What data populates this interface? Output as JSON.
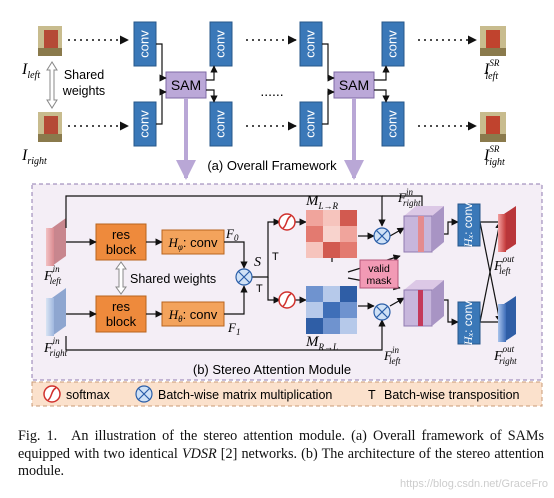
{
  "top": {
    "shared_label": "Shared weights",
    "conv_label": "conv",
    "sam_label": "SAM",
    "dots": "......",
    "in_left": "I",
    "in_left_sub": "left",
    "in_right": "I",
    "in_right_sub": "right",
    "out_sup": "SR",
    "caption": "(a)  Overall Framework"
  },
  "bottom": {
    "res_block": "res block",
    "shared_weights": "Shared weights",
    "h_phi": "H",
    "h_phi_sub": "φ",
    "h_phi_suffix": ": conv",
    "h_theta_sub": "θ",
    "f0": "F",
    "f0_sub": "0",
    "f1_sub": "1",
    "s_label": "S",
    "t_label": "T",
    "m_lr": "M",
    "m_lr_sub": "L→R",
    "m_rl_sub": "R→L",
    "valid_mask": "valid mask",
    "f_in": "F",
    "in_sup": "in",
    "out_sup": "out",
    "left_sub": "left",
    "right_sub": "right",
    "hx_sub": "x",
    "caption": "(b) Stereo Attention Module"
  },
  "legend": {
    "softmax": "softmax",
    "bmm": "Batch-wise matrix multiplication",
    "t": "T",
    "transpose": "Batch-wise transposition"
  },
  "caption": {
    "label": "Fig. 1.",
    "text1": "An illustration of the stereo attention module. (a) Overall framework of SAMs equipped with two identical ",
    "vdsr": "VDSR",
    "text2": " [2] networks. (b) The architecture of the stereo attention module."
  },
  "watermark": "https://blog.csdn.net/GraceFro",
  "colors": {
    "conv_box": "#3a78b8",
    "sam_box": "#bba8d8",
    "res_block": "#ee8a3c",
    "h_box": "#f3a35c",
    "panel_bg": "#f4eef6",
    "legend_bg": "#fbe1cc",
    "valid_mask": "#f29ab5"
  },
  "chart_data": null
}
